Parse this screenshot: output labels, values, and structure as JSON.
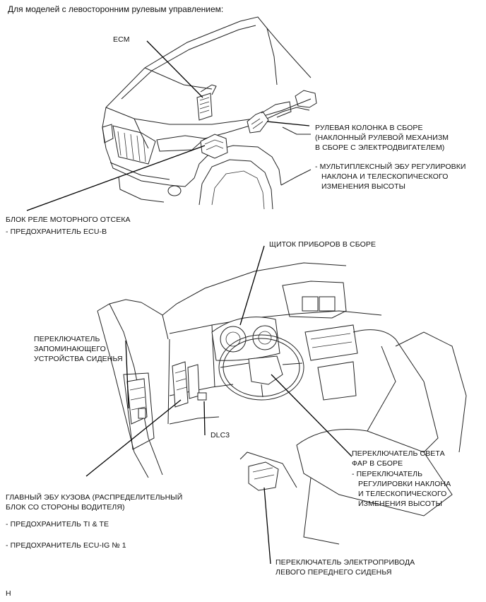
{
  "title": "Для моделей с левосторонним рулевым управлением:",
  "labels": {
    "ecm": "ECM",
    "steering_column": [
      "РУЛЕВАЯ КОЛОНКА В СБОРЕ",
      "(НАКЛОННЫЙ РУЛЕВОЙ МЕХАНИЗМ",
      "В СБОРЕ С ЭЛЕКТРОДВИГАТЕЛЕМ)"
    ],
    "multiplex_ecu": [
      "- МУЛЬТИПЛЕКСНЫЙ ЭБУ РЕГУЛИРОВКИ",
      "НАКЛОНА И ТЕЛЕСКОПИЧЕСКОГО",
      "ИЗМЕНЕНИЯ ВЫСОТЫ"
    ],
    "engine_relay_block": "БЛОК РЕЛЕ МОТОРНОГО ОТСЕКА",
    "fuse_ecu_b": "- ПРЕДОХРАНИТЕЛЬ ECU-B",
    "combination_meter": "ЩИТОК ПРИБОРОВ В СБОРЕ",
    "seat_memory_switch": [
      "ПЕРЕКЛЮЧАТЕЛЬ",
      "ЗАПОМИНАЮЩЕГО",
      "УСТРОЙСТВА СИДЕНЬЯ"
    ],
    "dlc3": "DLC3",
    "headlight_switch": [
      "ПЕРЕКЛЮЧАТЕЛЬ СВЕТА",
      "ФАР В СБОРЕ"
    ],
    "tilt_tele_switch": [
      "- ПЕРЕКЛЮЧАТЕЛЬ",
      "РЕГУЛИРОВКИ НАКЛОНА",
      "И ТЕЛЕСКОПИЧЕСКОГО",
      "ИЗМЕНЕНИЯ ВЫСОТЫ"
    ],
    "main_body_ecu": [
      "ГЛАВНЫЙ ЭБУ КУЗОВА (РАСПРЕДЕЛИТЕЛЬНЫЙ",
      "БЛОК СО СТОРОНЫ ВОДИТЕЛЯ)"
    ],
    "fuse_ti_te": "- ПРЕДОХРАНИТЕЛЬ TI & TE",
    "fuse_ecu_ig": "- ПРЕДОХРАНИТЕЛЬ ECU-IG № 1",
    "seat_switch": [
      "ПЕРЕКЛЮЧАТЕЛЬ ЭЛЕКТРОПРИВОДА",
      "ЛЕВОГО ПЕРЕДНЕГО СИДЕНЬЯ"
    ],
    "corner_mark": "H"
  }
}
